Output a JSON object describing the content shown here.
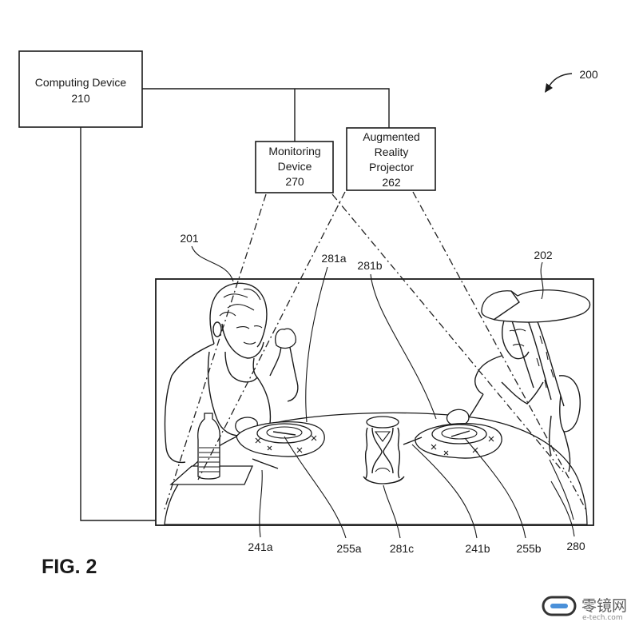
{
  "figure": {
    "label": "FIG. 2",
    "reference": "200"
  },
  "components": {
    "computing_device": {
      "name": "Computing Device",
      "ref": "210"
    },
    "monitoring_device": {
      "name_lines": [
        "Monitoring",
        "Device"
      ],
      "ref": "270"
    },
    "ar_projector": {
      "name_lines": [
        "Augmented",
        "Reality",
        "Projector"
      ],
      "ref": "262"
    }
  },
  "scene_labels": {
    "user_a": "201",
    "user_b": "202",
    "virtual_object_a": "281a",
    "virtual_object_b": "281b",
    "virtual_object_c": "281c",
    "utensil_a": "241a",
    "plate_a": "255a",
    "utensil_b": "241b",
    "plate_b": "255b",
    "table": "280"
  },
  "watermark": {
    "brand": "零镜网",
    "url": "e-tech.com",
    "color": "#4a90d9"
  }
}
